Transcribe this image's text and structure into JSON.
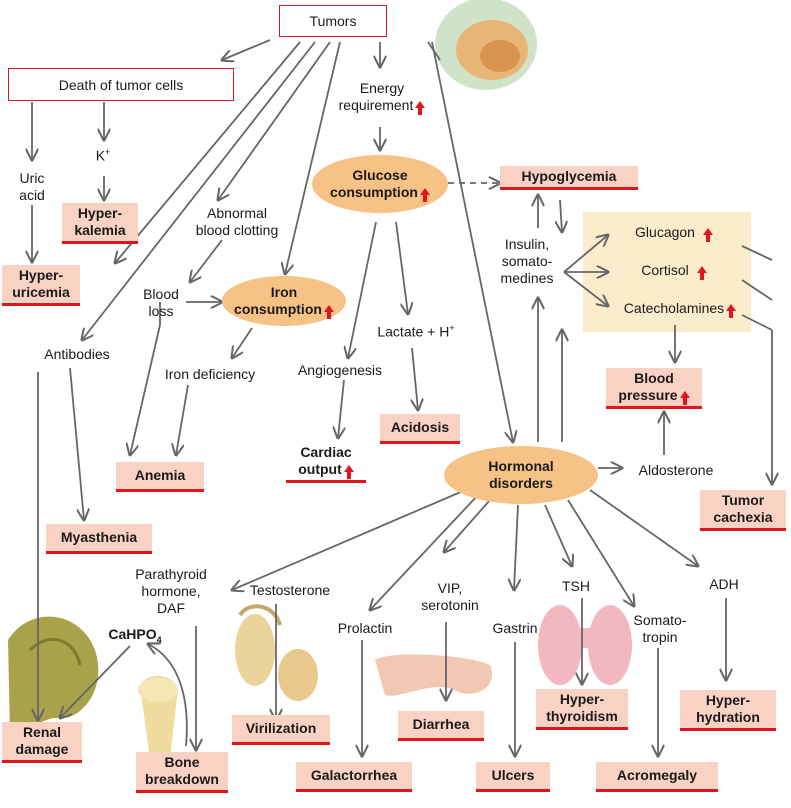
{
  "nodes": {
    "tumors": "Tumors",
    "death": "Death of tumor cells",
    "energy_1": "Energy",
    "energy_2": "requirement",
    "glucose_1": "Glucose",
    "glucose_2": "consumption",
    "hypoglycemia": "Hypoglycemia",
    "k_ion": "K",
    "k_sup": "+",
    "uric_1": "Uric",
    "uric_2": "acid",
    "hyperkalemia_1": "Hyper-",
    "hyperkalemia_2": "kalemia",
    "hyperuricemia_1": "Hyper-",
    "hyperuricemia_2": "uricemia",
    "abnormal_1": "Abnormal",
    "abnormal_2": "blood clotting",
    "insulin_1": "Insulin,",
    "insulin_2": "somato-",
    "insulin_3": "medines",
    "glucagon": "Glucagon",
    "cortisol": "Cortisol",
    "catecholamines": "Catecholamines",
    "bloodloss_1": "Blood",
    "bloodloss_2": "loss",
    "iron_1": "Iron",
    "iron_2": "consumption",
    "lactate": "Lactate + H",
    "lactate_sup": "+",
    "antibodies": "Antibodies",
    "iron_deficiency": "Iron deficiency",
    "angiogenesis": "Angiogenesis",
    "bloodpressure_1": "Blood",
    "bloodpressure_2": "pressure",
    "acidosis": "Acidosis",
    "cardiac_1": "Cardiac",
    "cardiac_2": "output",
    "anemia": "Anemia",
    "hormonal_1": "Hormonal",
    "hormonal_2": "disorders",
    "aldosterone": "Aldosterone",
    "myasthenia": "Myasthenia",
    "tumor_cachexia_1": "Tumor",
    "tumor_cachexia_2": "cachexia",
    "parathyroid_1": "Parathyroid",
    "parathyroid_2": "hormone,",
    "parathyroid_3": "DAF",
    "testosterone": "Testosterone",
    "vip_1": "VIP,",
    "vip_2": "serotonin",
    "tsh": "TSH",
    "adh": "ADH",
    "prolactin": "Prolactin",
    "gastrin": "Gastrin",
    "somatotropin_1": "Somato-",
    "somatotropin_2": "tropin",
    "cahpo4": "CaHPO",
    "cahpo4_sub": "4",
    "virilization": "Virilization",
    "diarrhea": "Diarrhea",
    "hyperthyroidism_1": "Hyper-",
    "hyperthyroidism_2": "thyroidism",
    "hyperhydration_1": "Hyper-",
    "hyperhydration_2": "hydration",
    "renal_1": "Renal",
    "renal_2": "damage",
    "bone_1": "Bone",
    "bone_2": "breakdown",
    "galactorrhea": "Galactorrhea",
    "ulcers": "Ulcers",
    "acromegaly": "Acromegaly"
  },
  "colors": {
    "outcome_fill": "#f9d2c4",
    "underline": "#e0161e",
    "oval_fill": "#f6c285",
    "hormone_box": "#fbeccb",
    "box_border": "#d21a2a",
    "arrow": "#666666"
  }
}
